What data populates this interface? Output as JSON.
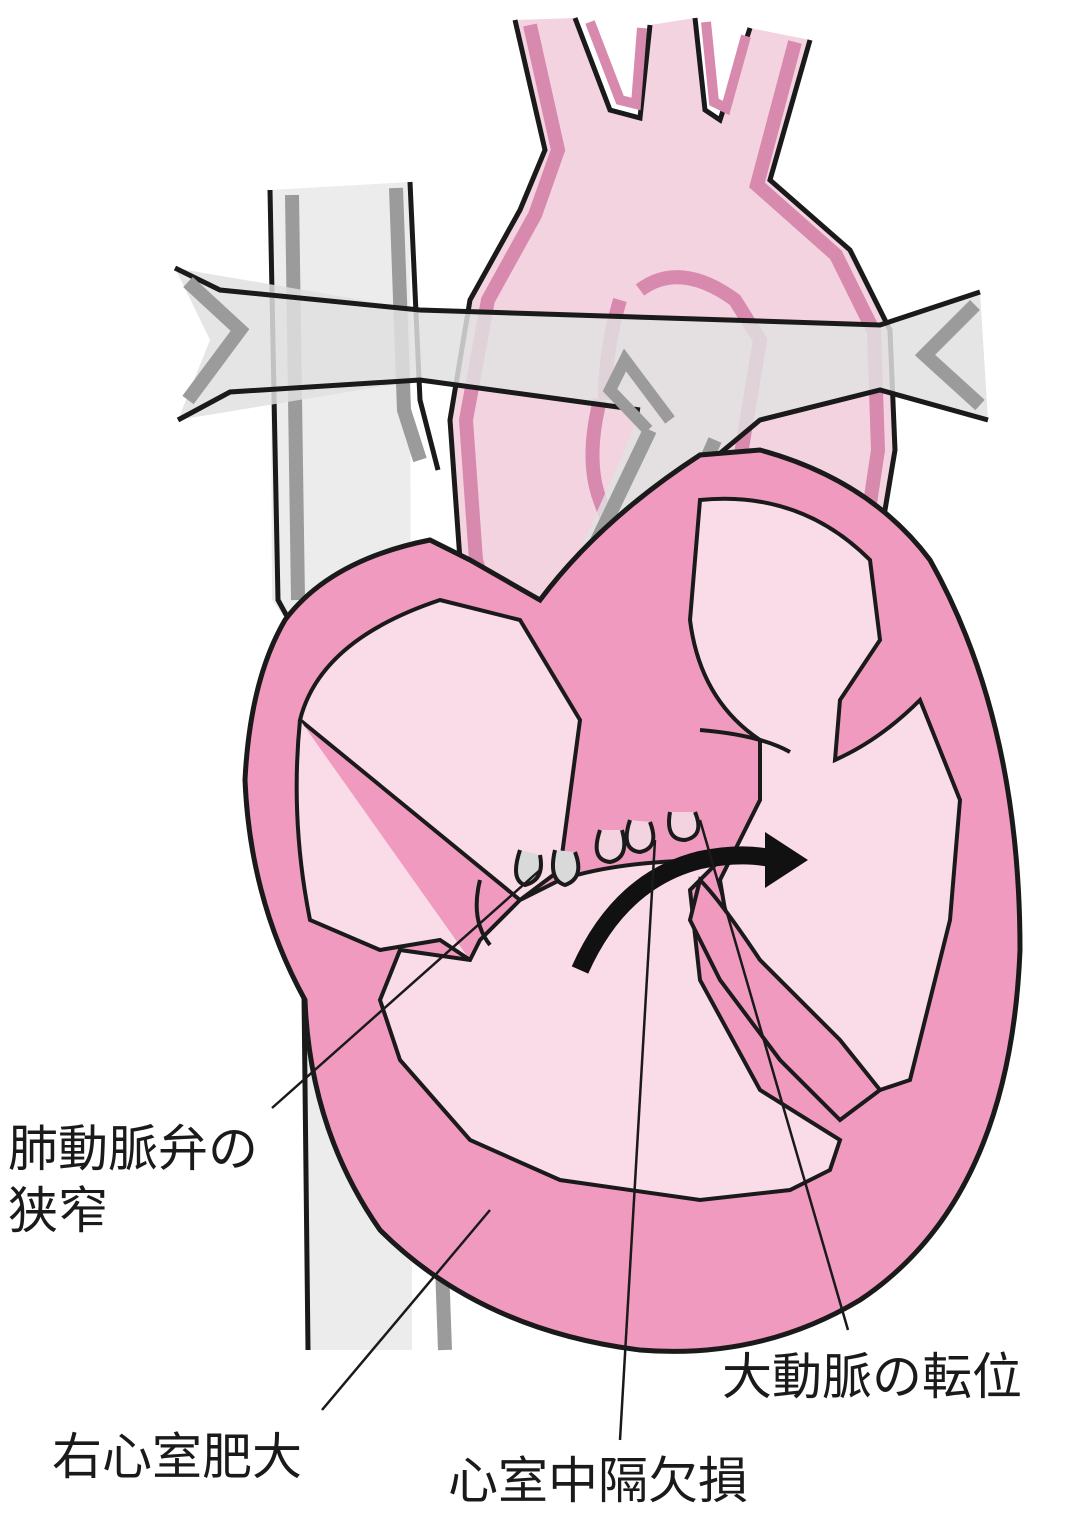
{
  "labels": {
    "pulmonary_stenosis_line1": "肺動脈弁の",
    "pulmonary_stenosis_line2": "狭窄",
    "rv_hypertrophy": "右心室肥大",
    "vsd": "心室中隔欠損",
    "aorta_transposition": "大動脈の転位"
  },
  "colors": {
    "myocardium": "#f19ac0",
    "heart_wall_stroke": "#1a1a1a",
    "chamber_fill": "#fadbe8",
    "aorta_fill": "#f3d3e0",
    "aorta_wall": "#d889ae",
    "pulmonary_fill": "#e6e6e6",
    "pulmonary_wall": "#9b9b9b",
    "arrow": "#111111"
  }
}
